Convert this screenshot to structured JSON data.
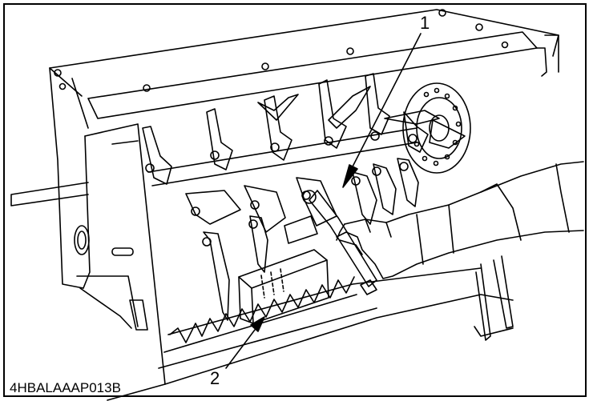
{
  "figure": {
    "callouts": [
      {
        "label": "1"
      },
      {
        "label": "2"
      }
    ],
    "figure_code": "4HBALAAAP013B"
  },
  "colors": {
    "line": "#000000",
    "background": "#ffffff"
  }
}
